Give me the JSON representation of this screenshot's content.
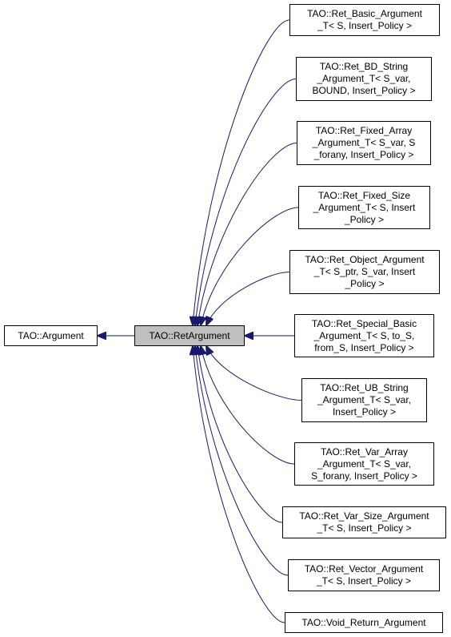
{
  "diagram": {
    "base": {
      "label": "TAO::Argument"
    },
    "focus": {
      "label": "TAO::RetArgument"
    },
    "derived": [
      {
        "lines": [
          "TAO::Ret_Basic_Argument",
          "_T< S, Insert_Policy >"
        ]
      },
      {
        "lines": [
          "TAO::Ret_BD_String",
          "_Argument_T< S_var,",
          "BOUND, Insert_Policy >"
        ]
      },
      {
        "lines": [
          "TAO::Ret_Fixed_Array",
          "_Argument_T< S_var, S",
          "_forany, Insert_Policy >"
        ]
      },
      {
        "lines": [
          "TAO::Ret_Fixed_Size",
          "_Argument_T< S, Insert",
          "_Policy >"
        ]
      },
      {
        "lines": [
          "TAO::Ret_Object_Argument",
          "_T< S_ptr, S_var, Insert",
          "_Policy >"
        ]
      },
      {
        "lines": [
          "TAO::Ret_Special_Basic",
          "_Argument_T< S, to_S,",
          "from_S, Insert_Policy >"
        ]
      },
      {
        "lines": [
          "TAO::Ret_UB_String",
          "_Argument_T< S_var,",
          "Insert_Policy >"
        ]
      },
      {
        "lines": [
          "TAO::Ret_Var_Array",
          "_Argument_T< S_var,",
          "S_forany, Insert_Policy >"
        ]
      },
      {
        "lines": [
          "TAO::Ret_Var_Size_Argument",
          "_T< S, Insert_Policy >"
        ]
      },
      {
        "lines": [
          "TAO::Ret_Vector_Argument",
          "_T< S, Insert_Policy >"
        ]
      },
      {
        "lines": [
          "TAO::Void_Return_Argument"
        ]
      }
    ],
    "colors": {
      "edge": "#191970",
      "node_border": "#000000",
      "focus_fill": "#bfbfbf",
      "node_fill": "#ffffff"
    }
  }
}
